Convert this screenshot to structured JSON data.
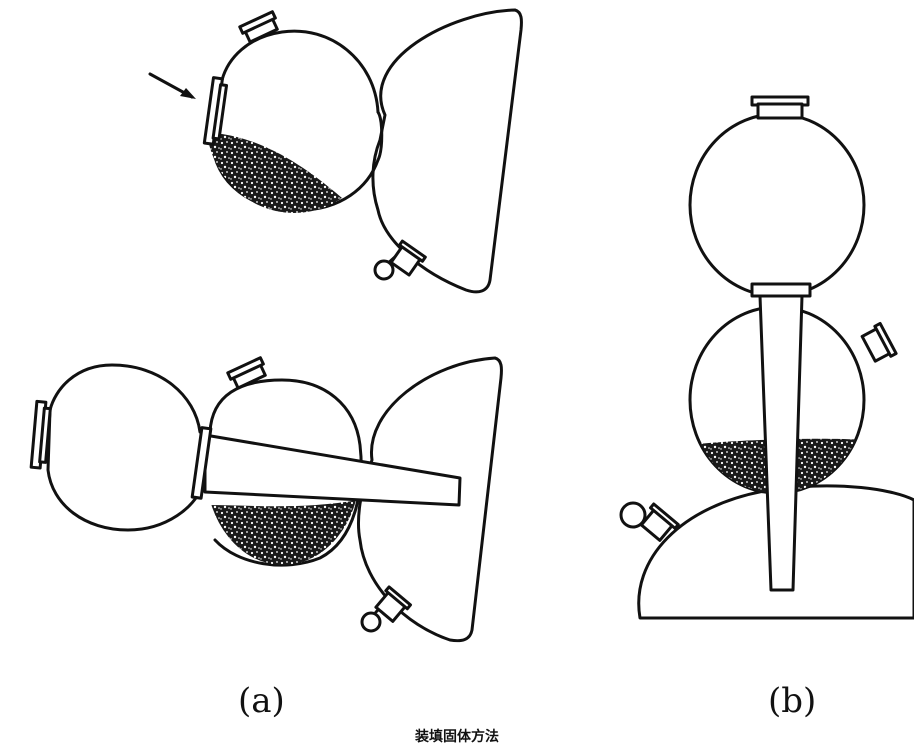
{
  "labels": {
    "a": "(a)",
    "b": "(b)"
  },
  "caption": "装填固体方法",
  "colors": {
    "line": "#111111",
    "background": "#ffffff",
    "solid": "#1a1a1a"
  },
  "icons": [
    "arrow-icon"
  ]
}
